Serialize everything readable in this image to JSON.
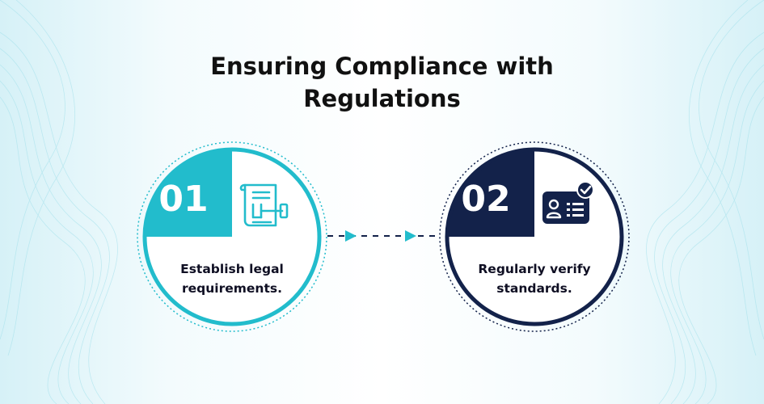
{
  "title": {
    "line1": "Ensuring Compliance with",
    "line2": "Regulations"
  },
  "colors": {
    "accent": "#22bccc",
    "navy": "#13224a",
    "text": "#111111",
    "background": "#ffffff",
    "wave": "#9fdfea"
  },
  "steps": [
    {
      "number": "01",
      "icon": "legal-document-gavel-icon",
      "text_line1": "Establish legal",
      "text_line2": "requirements."
    },
    {
      "number": "02",
      "icon": "id-card-checkmark-icon",
      "text_line1": "Regularly verify",
      "text_line2": "standards."
    }
  ],
  "connector": {
    "style": "dashed-arrow",
    "direction": "left-to-right"
  }
}
